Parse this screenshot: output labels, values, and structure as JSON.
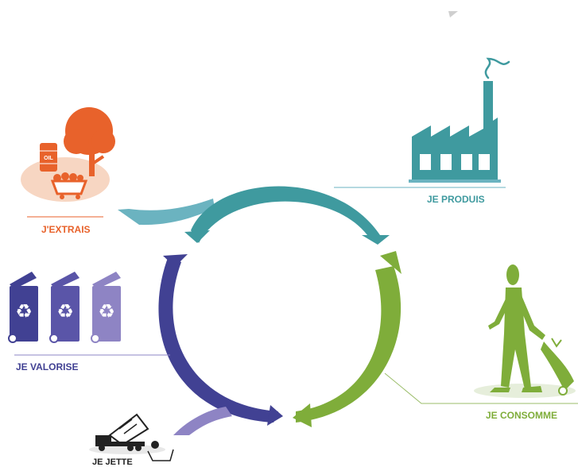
{
  "stages": {
    "extract": {
      "label": "J'EXTRAIS"
    },
    "produce": {
      "label": "JE PRODUIS"
    },
    "consume": {
      "label": "JE CONSOMME"
    },
    "recover": {
      "label": "JE VALORISE"
    },
    "discard": {
      "label": "JE JETTE"
    }
  },
  "barrel_text": "OIL",
  "colors": {
    "orange": "#e8622b",
    "orange_light": "#f7d6c2",
    "teal": "#3f9a9f",
    "teal_light": "#6bb3c0",
    "green": "#7fad3a",
    "navy": "#414193",
    "purple": "#5a55a8",
    "lavender": "#8e84c4",
    "black": "#222222"
  },
  "icons": {
    "extract": "tree-barrel-minecart-icon",
    "produce": "factory-icon",
    "consume": "walking-person-with-bag-icon",
    "recover": "recycling-bins-icon",
    "discard": "dump-truck-icon"
  }
}
